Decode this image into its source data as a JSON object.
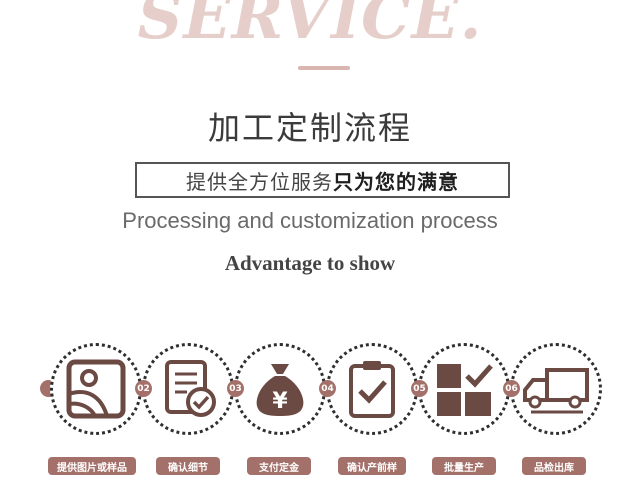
{
  "header": {
    "hero_word": "SERVICE.",
    "title": "加工定制流程",
    "slogan_normal": "提供全方位服务",
    "slogan_bold": "只为您的满意",
    "subtitle": "Processing and customization process",
    "advantage": "Advantage to show"
  },
  "colors": {
    "accent": "#a4706a",
    "hero_text": "#e6cfcb",
    "icon_fill": "#6b4a44"
  },
  "steps": [
    {
      "number": "",
      "icon": "picture-icon",
      "label": "提供图片或样品"
    },
    {
      "number": "02",
      "icon": "document-check-icon",
      "label": "确认细节"
    },
    {
      "number": "03",
      "icon": "money-bag-icon",
      "label": "支付定金"
    },
    {
      "number": "04",
      "icon": "clipboard-check-icon",
      "label": "确认产前样"
    },
    {
      "number": "05",
      "icon": "blocks-check-icon",
      "label": "批量生产"
    },
    {
      "number": "06",
      "icon": "delivery-truck-icon",
      "label": "品检出库"
    }
  ]
}
